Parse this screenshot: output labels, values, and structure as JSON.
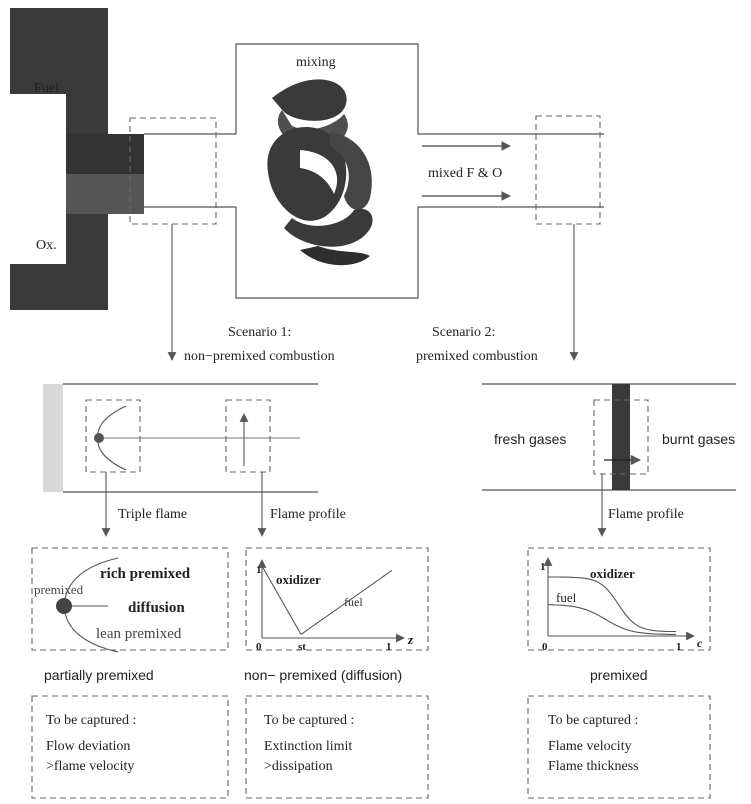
{
  "top": {
    "fuel_label": "Fuel",
    "ox_label": "Ox.",
    "mixing_label": "mixing",
    "mixed_label": "mixed F & O"
  },
  "scenario1": {
    "title_line1": "Scenario 1:",
    "title_line2": "non−premixed combustion",
    "triple_flame_label": "Triple flame",
    "flame_profile_label": "Flame profile",
    "triple_box": {
      "premixed": "premixed",
      "rich": "rich premixed",
      "diffusion": "diffusion",
      "lean": "lean premixed"
    },
    "profile_box": {
      "y_tick_top": "1",
      "x_tick_origin": "0",
      "x_tick_st": "st",
      "x_tick_end": "1",
      "x_axis": "z",
      "oxidizer": "oxidizer",
      "fuel": "fuel"
    },
    "caption_left": "partially premixed",
    "caption_mid": "non− premixed (diffusion)",
    "capture_left": {
      "header": "To be captured :",
      "line1": "Flow deviation",
      "line2": ">flame velocity"
    },
    "capture_mid": {
      "header": "To be captured :",
      "line1": "Extinction limit",
      "line2": ">dissipation"
    }
  },
  "scenario2": {
    "title_line1": "Scenario 2:",
    "title_line2": "premixed combustion",
    "fresh_gases": "fresh gases",
    "burnt_gases": "burnt gases",
    "flame_profile_label": "Flame profile",
    "profile_box": {
      "y_tick_top": "1",
      "x_tick_origin": "0",
      "x_tick_end": "1",
      "x_axis": "c",
      "oxidizer": "oxidizer",
      "fuel": "fuel"
    },
    "caption": "premixed",
    "capture": {
      "header": "To be captured :",
      "line1": "Flame velocity",
      "line2": "Flame thickness"
    }
  },
  "colors": {
    "dark_fill": "#3a3a3a",
    "stroke": "#555555",
    "dash": "#666666",
    "light_bar": "#d8d8d8"
  }
}
